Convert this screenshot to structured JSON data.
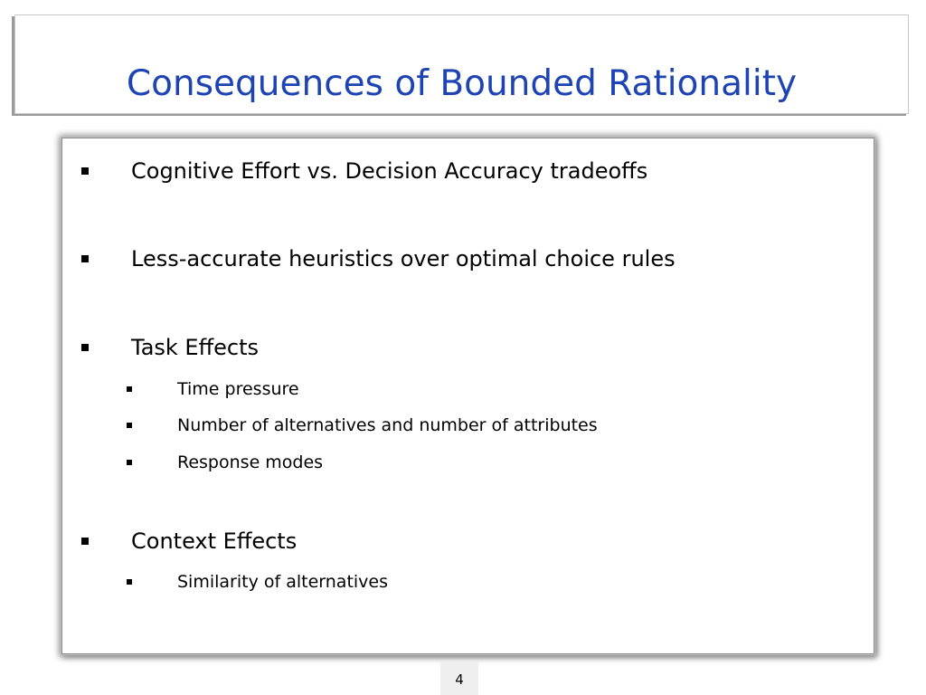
{
  "slide": {
    "title": "Consequences of Bounded Rationality",
    "page_number": "4"
  },
  "bullets": [
    {
      "level": 1,
      "text": "Cognitive Effort vs. Decision Accuracy tradeoffs"
    },
    {
      "level": 1,
      "text": "Less-accurate heuristics over optimal choice rules"
    },
    {
      "level": 1,
      "text": "Task Effects"
    },
    {
      "level": 2,
      "text": "Time pressure"
    },
    {
      "level": 2,
      "text": "Number of alternatives and number of attributes"
    },
    {
      "level": 2,
      "text": "Response modes"
    },
    {
      "level": 1,
      "text": "Context Effects"
    },
    {
      "level": 2,
      "text": "Similarity of alternatives"
    }
  ],
  "colors": {
    "title": "#1e44b4",
    "body_text": "#000000"
  }
}
